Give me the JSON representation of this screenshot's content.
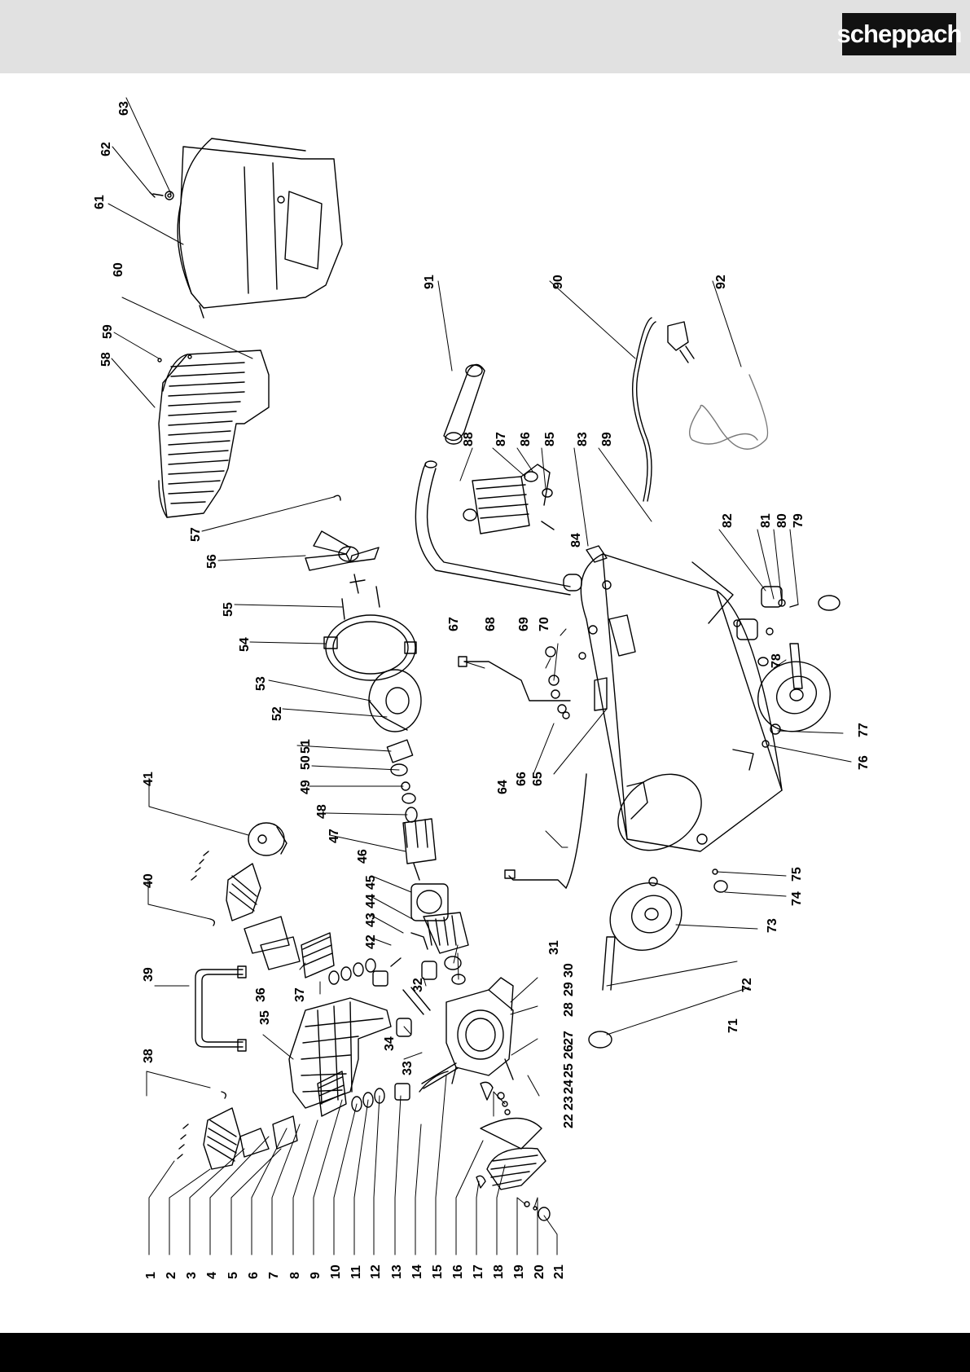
{
  "header": {
    "brand": "scheppach",
    "background": "#e1e1e1",
    "logo_color": "#111111"
  },
  "footer": {
    "background": "#000000"
  },
  "diagram": {
    "labels": [
      "1",
      "2",
      "3",
      "4",
      "5",
      "6",
      "7",
      "8",
      "9",
      "10",
      "11",
      "12",
      "13",
      "14",
      "15",
      "16",
      "17",
      "18",
      "19",
      "20",
      "21",
      "22",
      "23",
      "24",
      "25",
      "26",
      "27",
      "28",
      "29",
      "30",
      "31",
      "32",
      "33",
      "34",
      "35",
      "36",
      "37",
      "38",
      "39",
      "40",
      "41",
      "42",
      "43",
      "44",
      "45",
      "46",
      "47",
      "48",
      "49",
      "50",
      "51",
      "52",
      "53",
      "54",
      "55",
      "56",
      "57",
      "58",
      "59",
      "60",
      "61",
      "62",
      "63",
      "64",
      "65",
      "66",
      "67",
      "68",
      "69",
      "70",
      "71",
      "72",
      "73",
      "74",
      "75",
      "76",
      "77",
      "78",
      "79",
      "80",
      "81",
      "82",
      "83",
      "84",
      "85",
      "86",
      "87",
      "88",
      "89",
      "90",
      "91",
      "92"
    ]
  }
}
